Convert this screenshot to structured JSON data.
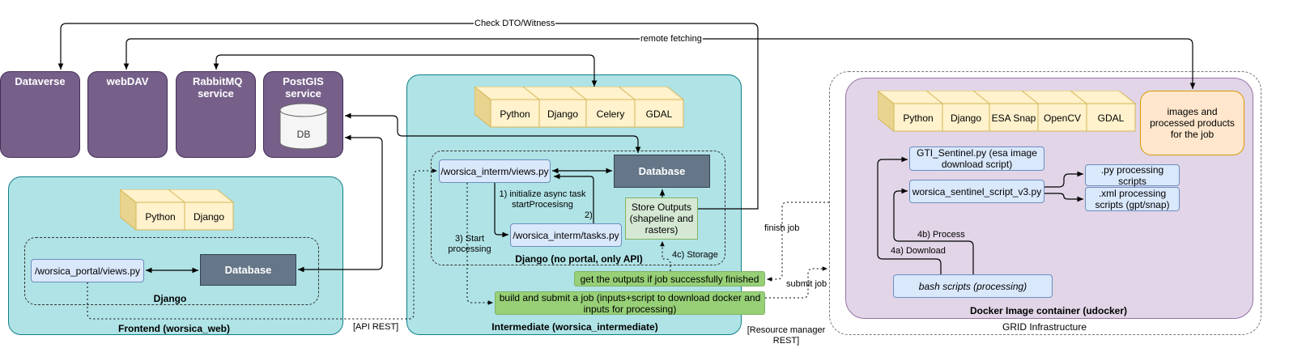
{
  "services": {
    "dataverse": "Dataverse",
    "webdav": "webDAV",
    "rabbitmq": "RabbitMQ service",
    "postgis": "PostGIS service",
    "db_cylinder": "DB"
  },
  "frontend": {
    "title": "Frontend (worsica_web)",
    "stack": [
      "Python",
      "Django"
    ],
    "group_label": "Django",
    "views": "/worsica_portal/views.py",
    "database": "Database"
  },
  "intermediate": {
    "title": "Intermediate (worsica_intermediate)",
    "stack": [
      "Python",
      "Django",
      "Celery",
      "GDAL"
    ],
    "group_label": "Django (no portal, only API)",
    "views": "/worsica_interm/views.py",
    "tasks": "/worsica_interm/tasks.py",
    "database": "Database",
    "store_outputs": "Store Outputs (shapeline and rasters)",
    "get_outputs": "get the outputs if job successfully finished",
    "build_submit": "build and submit a job (inputs+script to download docker and inputs for processing)"
  },
  "grid": {
    "title": "GRID Infrastructure",
    "container_title": "Docker Image container (udocker)",
    "stack": [
      "Python",
      "Django",
      "ESA Snap",
      "OpenCV",
      "GDAL"
    ],
    "images": "images and processed products for the job",
    "gti": "GTI_Sentinel.py (esa image download script)",
    "worsica_script": "worsica_sentinel_script_v3.py",
    "py_scripts": ".py processing scripts",
    "xml_scripts": ".xml processing scripts (gpt/snap)",
    "bash": "bash scripts (processing)"
  },
  "labels": {
    "check_dto": "Check DTO/Witness",
    "remote_fetching": "remote fetching",
    "init_async": "1) initialize async task startProcesisng",
    "step2": "2)",
    "start_processing": "3) Start processing",
    "storage": "4c) Storage",
    "process": "4b) Process",
    "download": "4a) Download",
    "finish_job": "finish job",
    "submit_job": "submit job",
    "api_rest": "[API REST]",
    "resource_manager": "[Resource manager REST]"
  }
}
